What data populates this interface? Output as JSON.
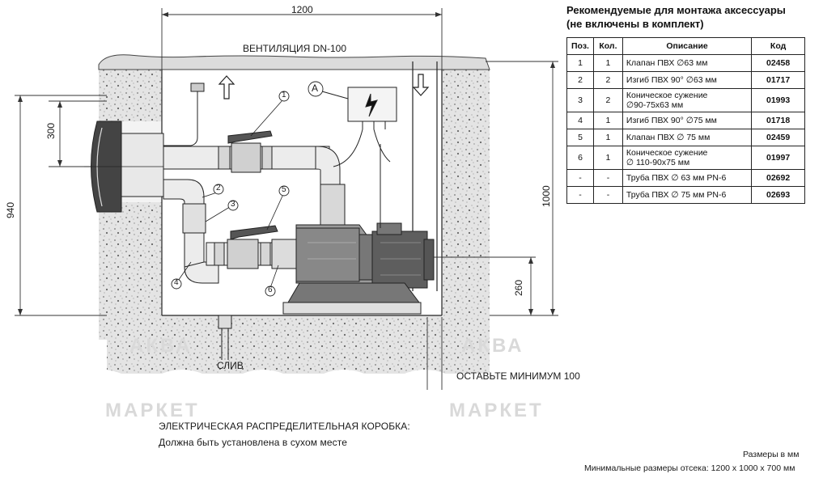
{
  "accessories": {
    "title_line1": "Рекомендуемые для монтажа аксессуары",
    "title_line2": "(не включены в комплект)",
    "headers": [
      "Поз.",
      "Кол.",
      "Описание",
      "Код"
    ],
    "rows": [
      {
        "pos": "1",
        "qty": "1",
        "desc": [
          "Клапан ПВХ ∅63 мм"
        ],
        "code": "02458"
      },
      {
        "pos": "2",
        "qty": "2",
        "desc": [
          "Изгиб ПВХ 90° ∅63 мм"
        ],
        "code": "01717"
      },
      {
        "pos": "3",
        "qty": "2",
        "desc": [
          "Коническое сужение",
          "∅90-75х63 мм"
        ],
        "code": "01993"
      },
      {
        "pos": "4",
        "qty": "1",
        "desc": [
          "Изгиб  ПВХ 90° ∅75 мм"
        ],
        "code": "01718"
      },
      {
        "pos": "5",
        "qty": "1",
        "desc": [
          "Клапан ПВХ ∅ 75 мм"
        ],
        "code": "02459"
      },
      {
        "pos": "6",
        "qty": "1",
        "desc": [
          "Коническое сужение",
          "∅ 110-90х75 мм"
        ],
        "code": "01997"
      },
      {
        "pos": "-",
        "qty": "-",
        "desc": [
          "Труба ПВХ ∅ 63 мм PN-6"
        ],
        "code": "02692"
      },
      {
        "pos": "-",
        "qty": "-",
        "desc": [
          "Труба ПВХ ∅ 75 мм PN-6"
        ],
        "code": "02693"
      }
    ]
  },
  "diagram": {
    "dim_width": "1200",
    "ventilation": "ВЕНТИЛЯЦИЯ DN-100",
    "dim_300": "300",
    "dim_940": "940",
    "dim_1000": "1000",
    "dim_260": "260",
    "callout_a": "A",
    "callouts": [
      "1",
      "2",
      "3",
      "4",
      "5",
      "6"
    ],
    "drain": "СЛИВ",
    "leave_min": "ОСТАВЬТЕ МИНИМУМ 100",
    "watermark_1": "АКВА",
    "watermark_2": "МАРКЕТ"
  },
  "notes": {
    "electrical_title": "ЭЛЕКТРИЧЕСКАЯ РАСПРЕДЕЛИТЕЛЬНАЯ КОРОБКА:",
    "electrical_text": "Должна быть установлена в сухом месте",
    "units": "Размеры в мм",
    "min_size": "Минимальные размеры отсека: 1200 х 1000 х 700 мм"
  }
}
